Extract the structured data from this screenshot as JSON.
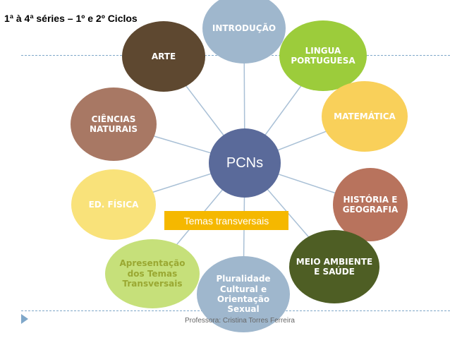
{
  "heading": "1ª à 4ª séries – 1º e 2º Ciclos",
  "center": {
    "label": "PCNs",
    "color": "#5a6a9a"
  },
  "banner": "Temas transversais",
  "footer": "Professora: Cristina Torres Ferreira",
  "nodes": [
    {
      "label": "INTRODUÇÃO",
      "color": "#9fb7cd",
      "text_color": "#ffffff"
    },
    {
      "label": "LINGUA PORTUGUESA",
      "color": "#9ccc3b",
      "text_color": "#ffffff"
    },
    {
      "label": "MATEMÁTICA",
      "color": "#f9d05a",
      "text_color": "#ffffff"
    },
    {
      "label": "HISTÓRIA E GEOGRAFIA",
      "color": "#b8735d",
      "text_color": "#ffffff"
    },
    {
      "label": "MEIO AMBIENTE E SAÚDE",
      "color": "#4e5e24",
      "text_color": "#ffffff"
    },
    {
      "label": "Pluralidade Cultural e Orientação Sexual",
      "color": "#9fb7cd",
      "text_color": "#ffffff"
    },
    {
      "label": "Apresentação dos Temas Transversais",
      "color": "#c6e07a",
      "text_color": "#9aa832"
    },
    {
      "label": "ED. FÍSICA",
      "color": "#f9e27a",
      "text_color": "#ffffff"
    },
    {
      "label": "CIÊNCIAS NATURAIS",
      "color": "#a87864",
      "text_color": "#ffffff"
    },
    {
      "label": "ARTE",
      "color": "#5e4830",
      "text_color": "#ffffff"
    }
  ]
}
